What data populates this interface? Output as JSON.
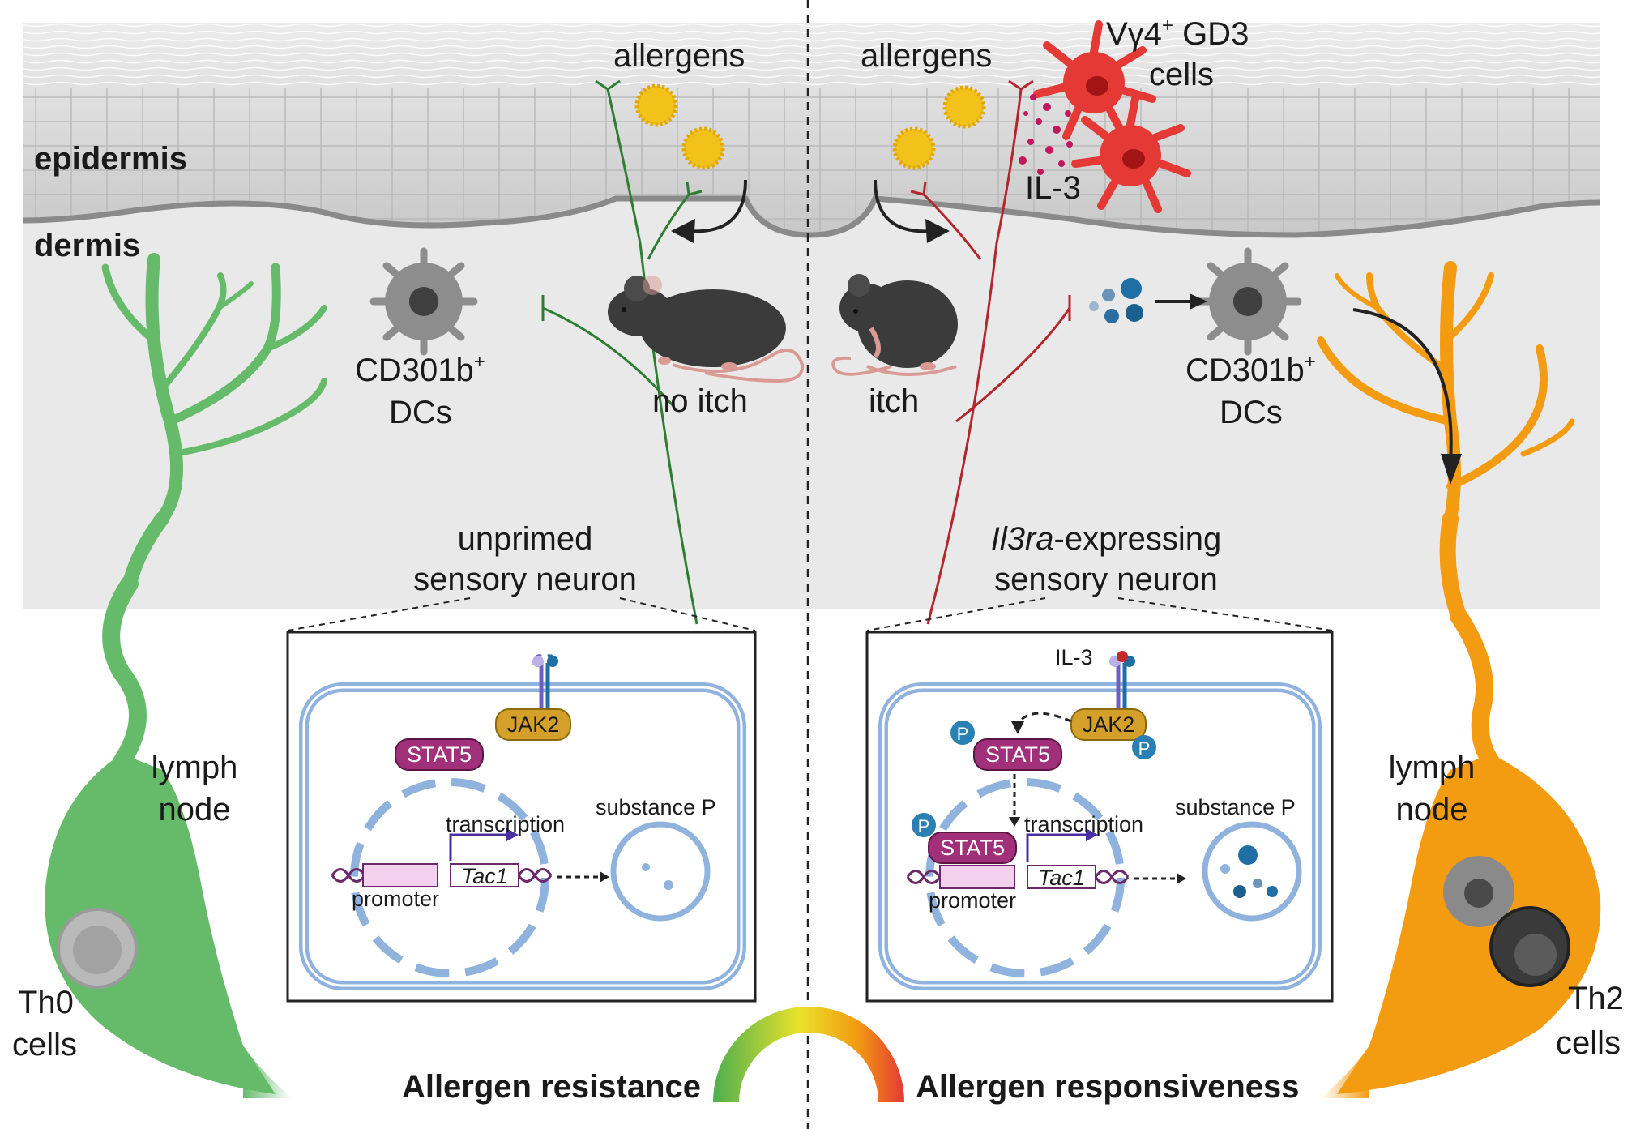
{
  "layers": {
    "epidermis": "epidermis",
    "dermis": "dermis"
  },
  "left": {
    "allergens": "allergens",
    "dc": {
      "line1": "CD301b",
      "sup": "+",
      "line2": "DCs"
    },
    "behavior": "no itch",
    "neuron": {
      "line1": "unprimed",
      "line2": "sensory neuron"
    },
    "lymph_node": {
      "line1": "lymph",
      "line2": "node"
    },
    "t_cells": {
      "line1": "Th0",
      "line2": "cells"
    },
    "inset": {
      "jak2": "JAK2",
      "stat5": "STAT5",
      "transcription": "transcription",
      "promoter": "promoter",
      "gene": "Tac1",
      "substance_p": "substance P"
    },
    "footer": "Allergen resistance"
  },
  "right": {
    "allergens": "allergens",
    "gd3": {
      "prefix": "Vγ4",
      "sup": "+",
      "suffix": " GD3",
      "line2": "cells"
    },
    "il3": "IL-3",
    "behavior": "itch",
    "dc": {
      "line1": "CD301b",
      "sup": "+",
      "line2": "DCs"
    },
    "neuron": {
      "line1_italic": "Il3ra",
      "line1_rest": "-expressing",
      "line2": "sensory neuron"
    },
    "lymph_node": {
      "line1": "lymph",
      "line2": "node"
    },
    "t_cells": {
      "line1": "Th2",
      "line2": "cells"
    },
    "inset": {
      "il3": "IL-3",
      "jak2": "JAK2",
      "stat5_top": "STAT5",
      "stat5_nuc": "STAT5",
      "phospho": "P",
      "transcription": "transcription",
      "promoter": "promoter",
      "gene": "Tac1",
      "substance_p": "substance P"
    },
    "footer": "Allergen responsiveness"
  },
  "colors": {
    "sensory_left": "#2e7d32",
    "sensory_right": "#b3262e",
    "lymph_left": "#66bb6a",
    "lymph_right": "#f39c12",
    "gd3": "#e53935",
    "stat5": "#a0307a",
    "jak2": "#d4a02a",
    "membrane": "#8fb3dd",
    "phospho": "#2a7fb3"
  }
}
